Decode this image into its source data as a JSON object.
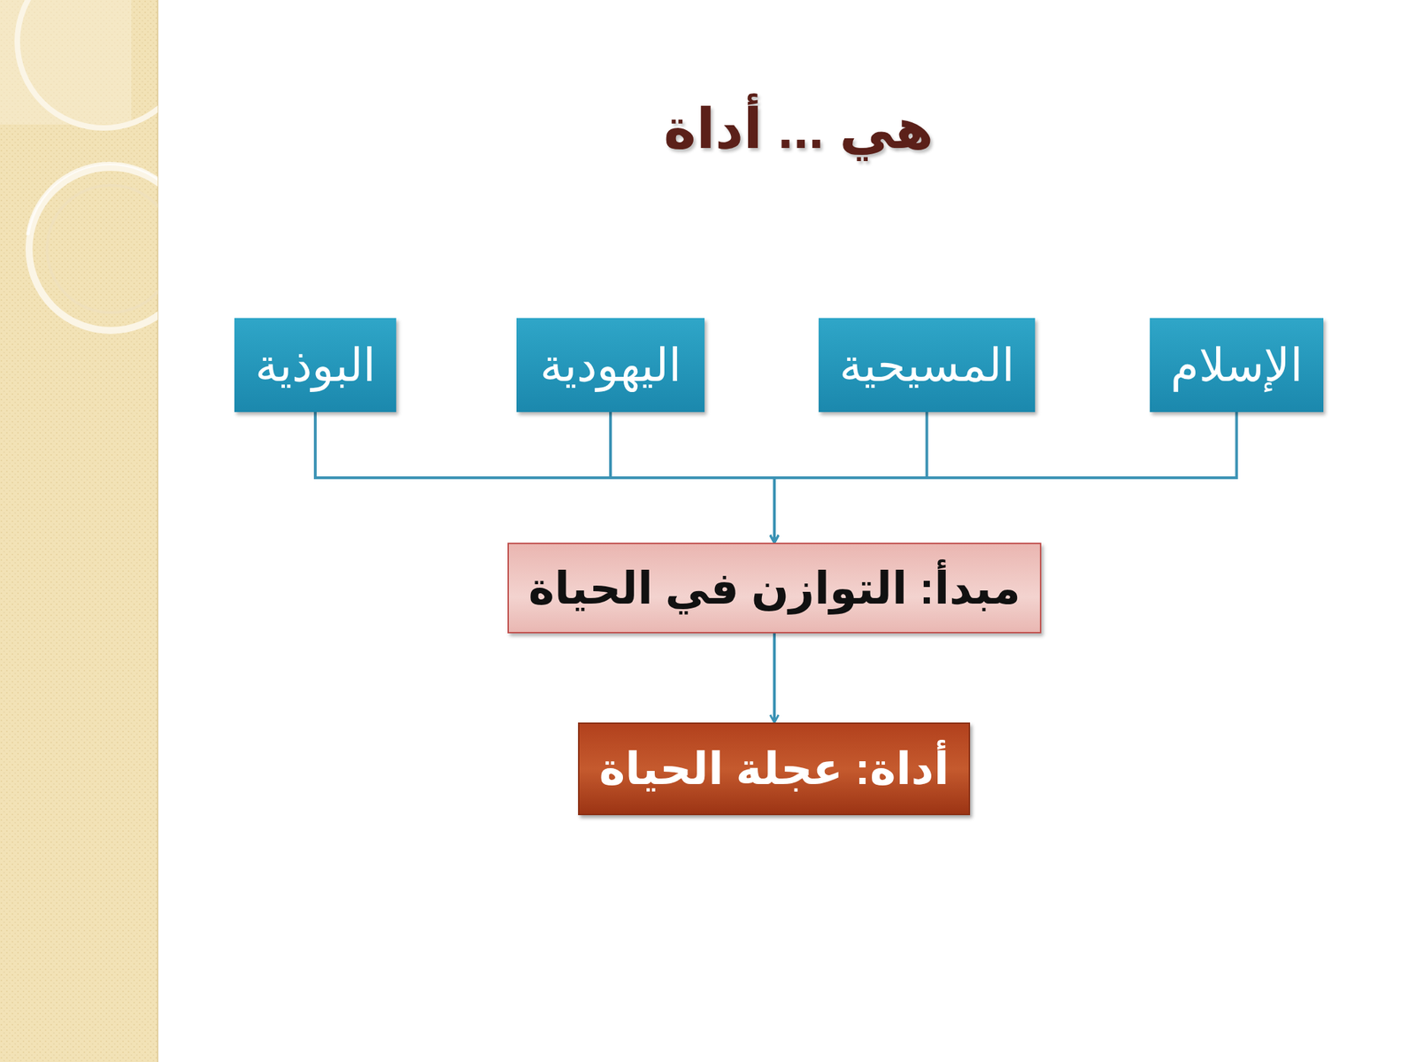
{
  "diagram": {
    "title": "هي ... أداة",
    "nodes": [
      {
        "text": [
          "الإسلام"
        ]
      },
      {
        "text": [
          "المسيحية"
        ]
      },
      {
        "text": [
          "اليهودية"
        ]
      },
      {
        "text": [
          "البوذية"
        ]
      },
      {
        "text": [
          "مبدأ: التوازن في الحياة"
        ]
      },
      {
        "text": [
          "أداة: عجلة الحياة"
        ]
      }
    ],
    "edges": [
      {
        "from": 0,
        "to": 4,
        "arrow": "to"
      },
      {
        "from": 1,
        "to": 4,
        "arrow": "to"
      },
      {
        "from": 2,
        "to": 4,
        "arrow": "to"
      },
      {
        "from": 3,
        "to": 4,
        "arrow": "to"
      },
      {
        "from": 4,
        "to": 5,
        "arrow": "to"
      }
    ]
  }
}
